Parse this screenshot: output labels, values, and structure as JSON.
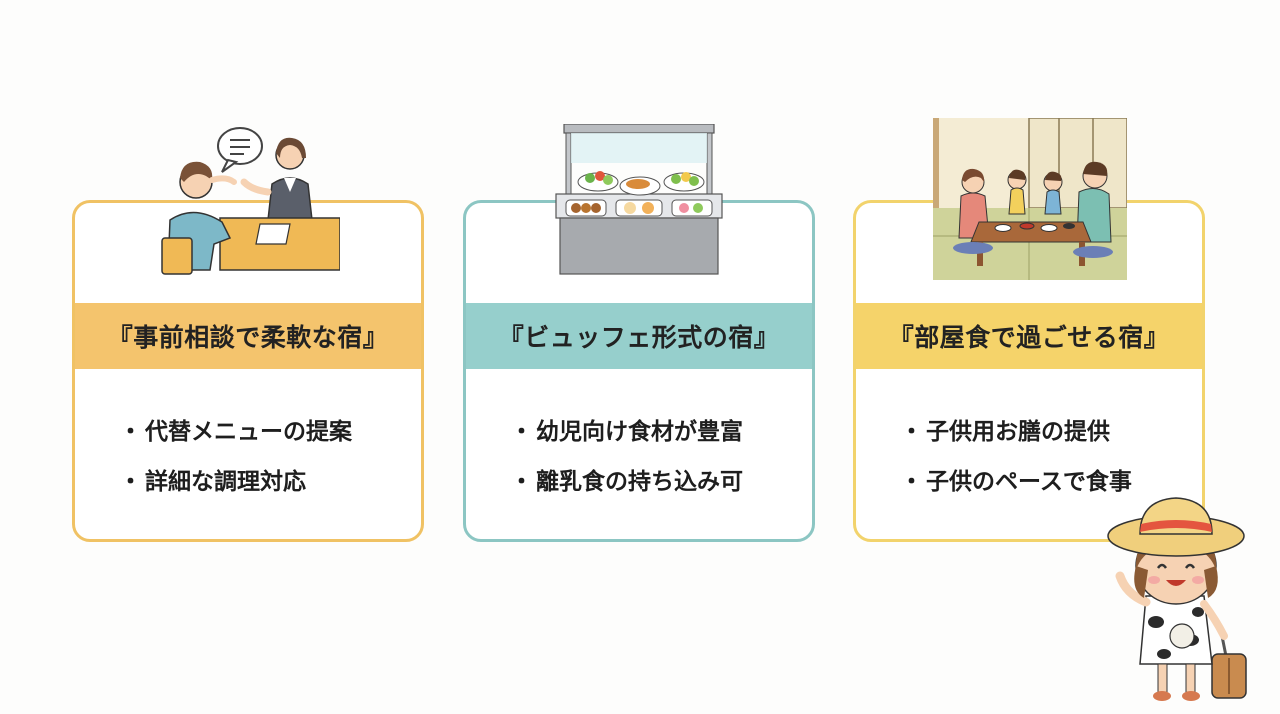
{
  "cards": [
    {
      "title": "『事前相談で柔軟な宿』",
      "items": [
        "代替メニューの提案",
        "詳細な調理対応"
      ],
      "accent": "#f4c46d",
      "illustration": "consultation-illustration"
    },
    {
      "title": "『ビュッフェ形式の宿』",
      "items": [
        "幼児向け食材が豊富",
        "離乳食の持ち込み可"
      ],
      "accent": "#96cfcc",
      "illustration": "buffet-illustration"
    },
    {
      "title": "『部屋食で過ごせる宿』",
      "items": [
        "子供用お膳の提供",
        "子供のペースで食事"
      ],
      "accent": "#f5d36a",
      "illustration": "room-dining-illustration"
    }
  ],
  "bullet": "・",
  "mascot": "girl-traveler-illustration"
}
